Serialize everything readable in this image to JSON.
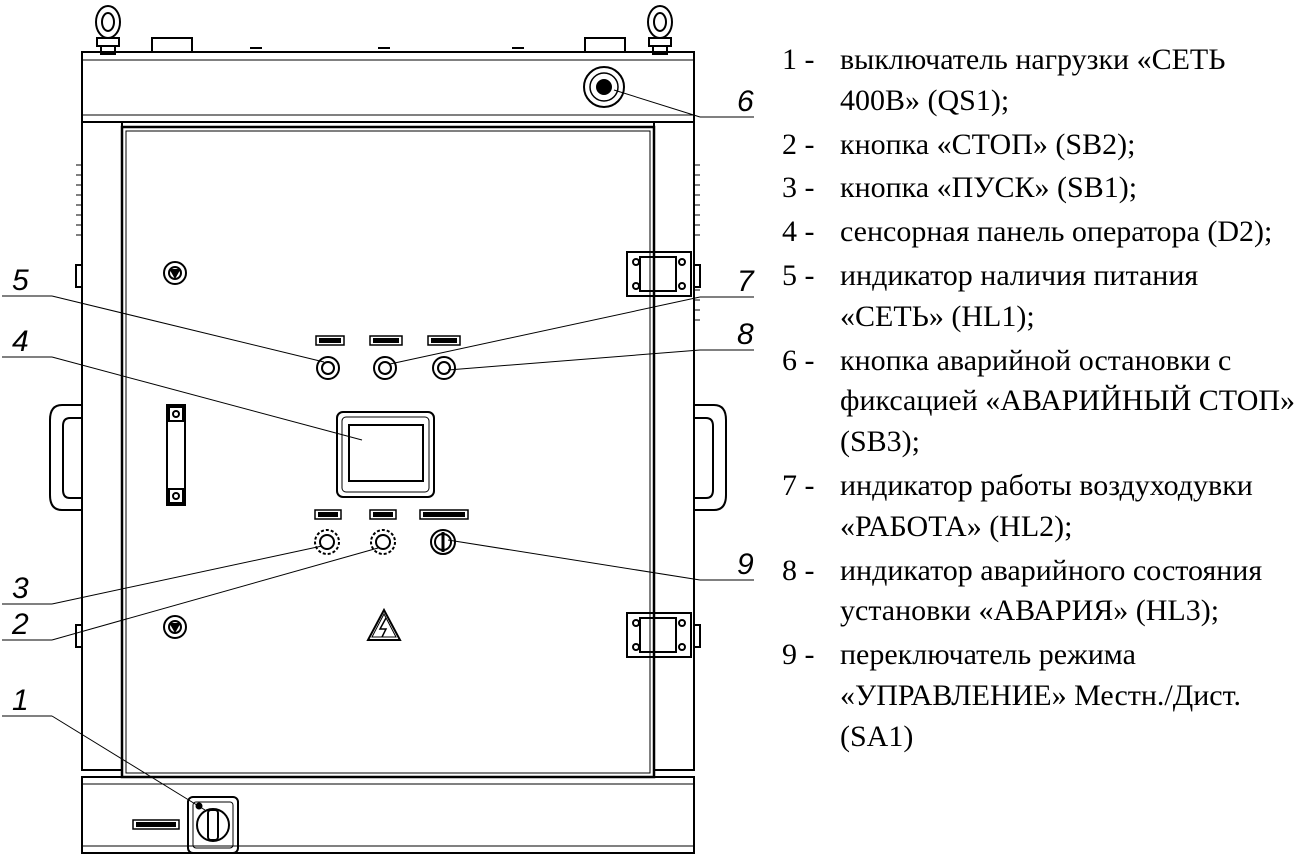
{
  "drawing": {
    "callouts": [
      {
        "number": "1",
        "target": "load-switch"
      },
      {
        "number": "2",
        "target": "stop-button"
      },
      {
        "number": "3",
        "target": "start-button"
      },
      {
        "number": "4",
        "target": "touch-panel"
      },
      {
        "number": "5",
        "target": "power-indicator"
      },
      {
        "number": "6",
        "target": "emergency-stop-button"
      },
      {
        "number": "7",
        "target": "work-indicator"
      },
      {
        "number": "8",
        "target": "alarm-indicator"
      },
      {
        "number": "9",
        "target": "mode-selector"
      }
    ]
  },
  "legend": {
    "items": [
      {
        "number": "1 -",
        "text": "выключатель нагрузки «СЕТЬ 400В» (QS1);"
      },
      {
        "number": "2 -",
        "text": "кнопка «СТОП» (SB2);"
      },
      {
        "number": "3 -",
        "text": "кнопка «ПУСК» (SB1);"
      },
      {
        "number": "4 -",
        "text": "сенсорная панель оператора (D2);"
      },
      {
        "number": "5 -",
        "text": "индикатор наличия питания «СЕТЬ» (HL1);"
      },
      {
        "number": "6 -",
        "text": "кнопка аварийной остановки с фиксацией «АВАРИЙНЫЙ СТОП» (SB3);"
      },
      {
        "number": "7 -",
        "text": "индикатор работы воздуходувки «РАБОТА» (HL2);"
      },
      {
        "number": "8 -",
        "text": "индикатор аварийного состояния установки «АВАРИЯ» (HL3);"
      },
      {
        "number": "9 -",
        "text": "переключатель режима «УПРАВЛЕНИЕ» Местн./Дист. (SA1)"
      }
    ]
  }
}
